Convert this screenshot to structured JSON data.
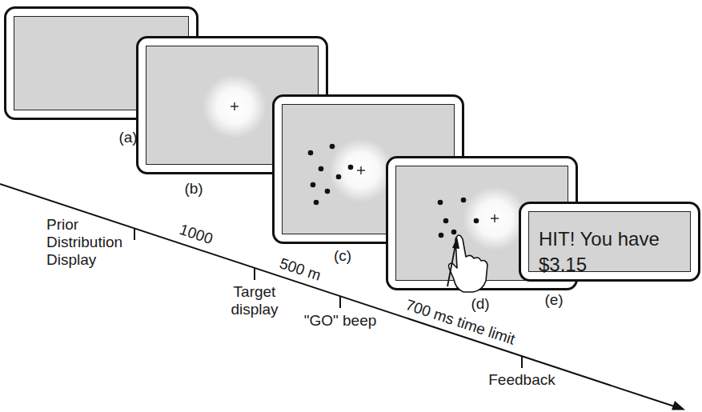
{
  "diagram": {
    "nodes": [
      {
        "text": [
          "(a)"
        ]
      },
      {
        "text": [
          "(b)"
        ]
      },
      {
        "text": [
          "(c)"
        ]
      },
      {
        "text": [
          "(d)"
        ]
      },
      {
        "text": [
          "HIT! You have $3.15",
          "(e)"
        ]
      }
    ],
    "labels": [
      "Prior Distribution Display",
      "1000",
      "Target display",
      "500 m",
      "\"GO\" beep",
      "700 ms time limit",
      "Feedback"
    ]
  }
}
